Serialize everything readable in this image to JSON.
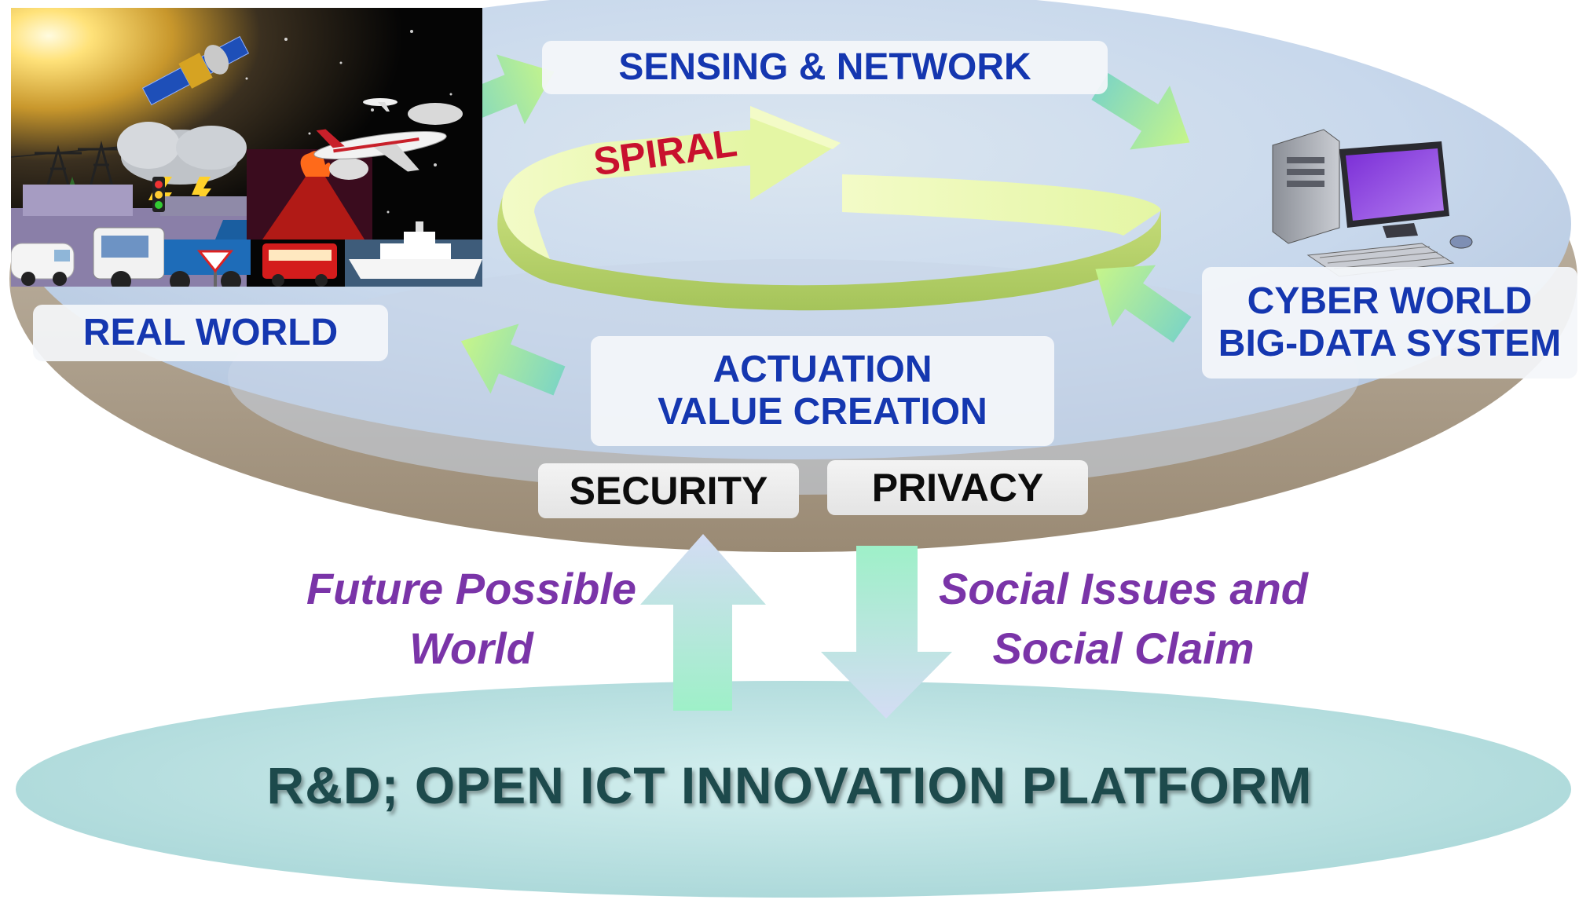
{
  "diagram": {
    "nodes": {
      "real_world": "REAL WORLD",
      "sensing_network": "SENSING & NETWORK",
      "cyber_world_line1": "CYBER WORLD",
      "cyber_world_line2": "BIG-DATA SYSTEM",
      "actuation_line1": "ACTUATION",
      "actuation_line2": "VALUE CREATION",
      "security": "SECURITY",
      "privacy": "PRIVACY"
    },
    "spiral_label": "SPIRAL",
    "future_line1": "Future Possible",
    "future_line2": "World",
    "social_line1": "Social Issues and",
    "social_line2": "Social Claim",
    "platform": "R&D; OPEN ICT INNOVATION PLATFORM"
  },
  "colors": {
    "node_text": "#1537b0",
    "italic_text": "#7a34a8",
    "spiral_text": "#c8102e",
    "platform_text": "#1d4a4c",
    "arrow_green": "#9ef07a",
    "platform_disc": "#bfe4e4"
  },
  "icons": [
    "satellite-icon",
    "airplane-icon",
    "volcano-icon",
    "truck-icon",
    "ship-icon",
    "desktop-computer-icon"
  ]
}
